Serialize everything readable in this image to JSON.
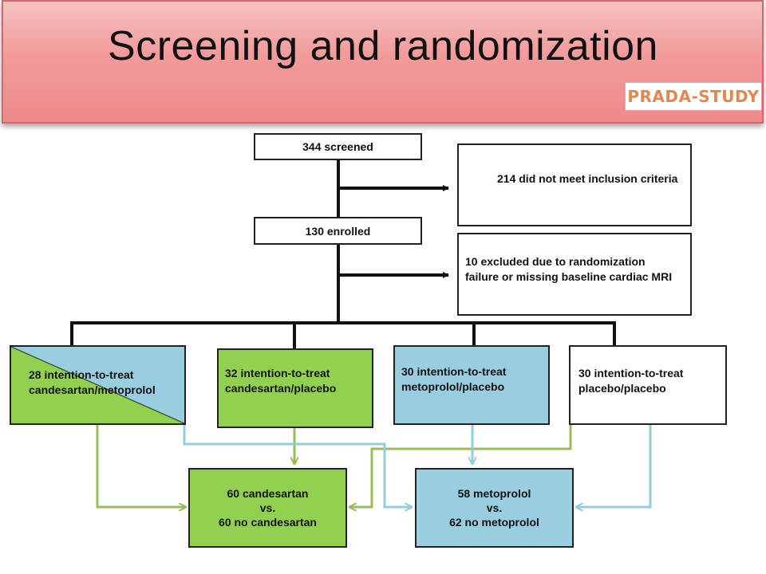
{
  "header": {
    "title": "Screening and randomization",
    "study_tag": "PRADA-STUDY"
  },
  "flow": {
    "screened": "344 screened",
    "not_eligible": "214 did not meet inclusion criteria",
    "enrolled": "130 enrolled",
    "excluded": "10 excluded due to randomization failure or missing baseline cardiac MRI",
    "arms": [
      {
        "label": "28 intention-to-treat candesartan/metoprolol"
      },
      {
        "label": "32 intention-to-treat candesartan/placebo"
      },
      {
        "label": "30 intention-to-treat metoprolol/placebo"
      },
      {
        "label": "30 intention-to-treat placebo/placebo"
      }
    ],
    "pooled": [
      {
        "line1": "60 candesartan",
        "line2": "vs.",
        "line3": "60 no candesartan"
      },
      {
        "line1": "58 metoprolol",
        "line2": "vs.",
        "line3": "62 no metoprolol"
      }
    ]
  },
  "colors": {
    "banner": "#f29a9a",
    "candesartan_green": "#92d050",
    "metoprolol_blue": "#99cde0",
    "green_arrow": "#9bbb59",
    "blue_arrow": "#92cddc",
    "tag_text": "#e2874e"
  }
}
